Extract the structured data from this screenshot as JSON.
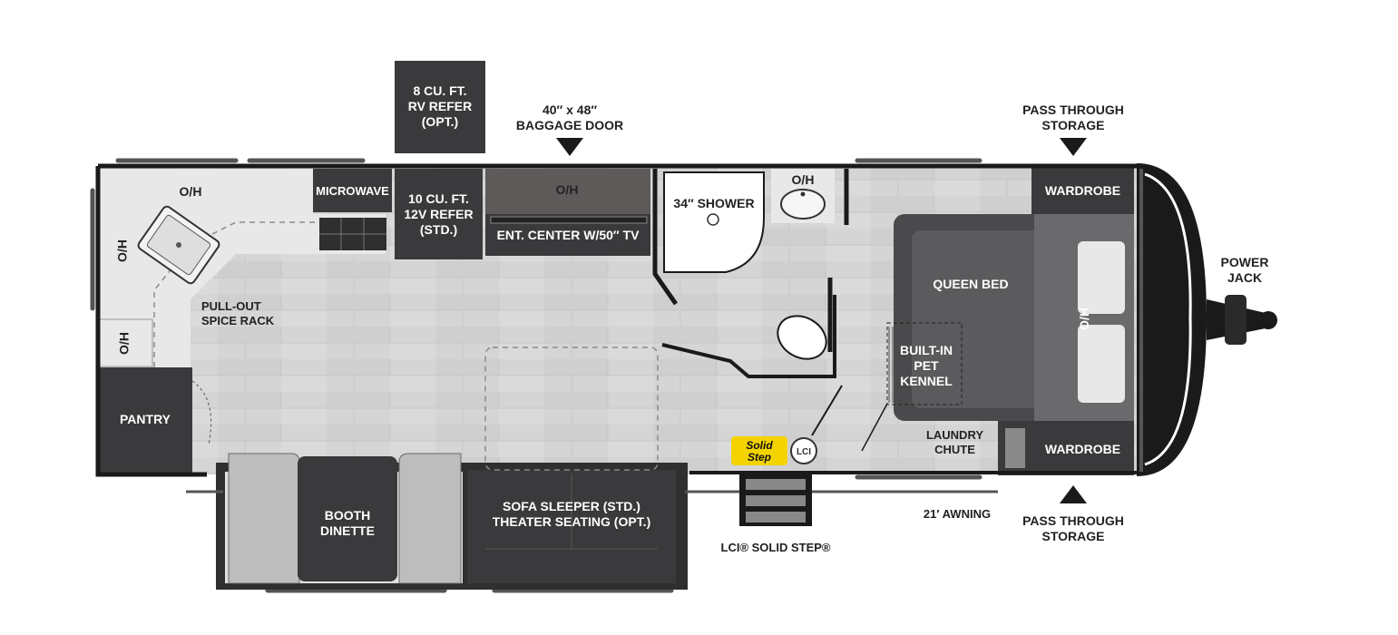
{
  "colors": {
    "floor": "#d4d4d4",
    "counter": "#e6e6e6",
    "dark": "#3a3a3c",
    "wall": "#1a1a1a",
    "bed": "#4a4a4c",
    "seat": "#bdbdbd",
    "accent": "#f3d400"
  },
  "labels": {
    "refer_opt": "8 CU. FT.\nRV REFER\n(OPT.)",
    "baggage_door": "40″ x 48″\nBAGGAGE DOOR",
    "pass_storage_top": "PASS THROUGH\nSTORAGE",
    "pass_storage_bottom": "PASS THROUGH\nSTORAGE",
    "power_jack": "POWER\nJACK",
    "oh_kitchen_top": "O/H",
    "oh_left_upper": "O/H",
    "oh_left_lower": "O/H",
    "microwave": "MICROWAVE",
    "refer_std": "10 CU. FT.\n12V REFER\n(STD.)",
    "oh_ent": "O/H",
    "ent_center": "ENT. CENTER W/50″ TV",
    "shower": "34″ SHOWER",
    "oh_bath": "O/H",
    "wardrobe_top": "WARDROBE",
    "wardrobe_bottom": "WARDROBE",
    "queen_bed": "QUEEN BED",
    "ho": "H/O",
    "pet_kennel": "BUILT-IN\nPET\nKENNEL",
    "laundry_chute": "LAUNDRY\nCHUTE",
    "spice_rack": "PULL-OUT\nSPICE RACK",
    "pantry": "PANTRY",
    "booth_dinette": "BOOTH\nDINETTE",
    "sofa_sleeper": "SOFA SLEEPER (STD.)\nTHEATER SEATING (OPT.)",
    "awning": "21′ AWNING",
    "solid_step": "LCI® SOLID STEP®",
    "solid_step_logo_line1": "Solid",
    "solid_step_logo_line2": "Step",
    "lci_logo": "LCI"
  }
}
